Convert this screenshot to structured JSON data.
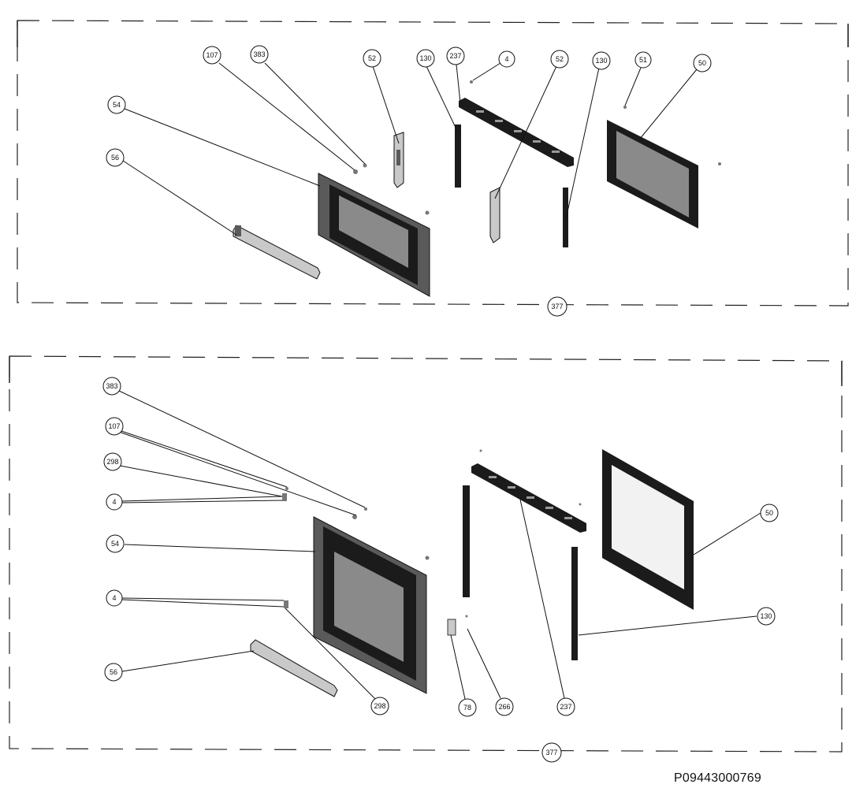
{
  "drawing_number": "P09443000769",
  "top_assembly": {
    "frame_label": "377",
    "callouts": {
      "c107": "107",
      "c383": "383",
      "c52a": "52",
      "c130a": "130",
      "c237": "237",
      "c4": "4",
      "c52b": "52",
      "c130b": "130",
      "c51": "51",
      "c50": "50",
      "c54": "54",
      "c56": "56"
    }
  },
  "bottom_assembly": {
    "frame_label": "377",
    "callouts": {
      "c383": "383",
      "c107": "107",
      "c298a": "298",
      "c4a": "4",
      "c54": "54",
      "c4b": "4",
      "c56": "56",
      "c298b": "298",
      "c78": "78",
      "c266": "266",
      "c237": "237",
      "c50": "50",
      "c130": "130"
    }
  }
}
